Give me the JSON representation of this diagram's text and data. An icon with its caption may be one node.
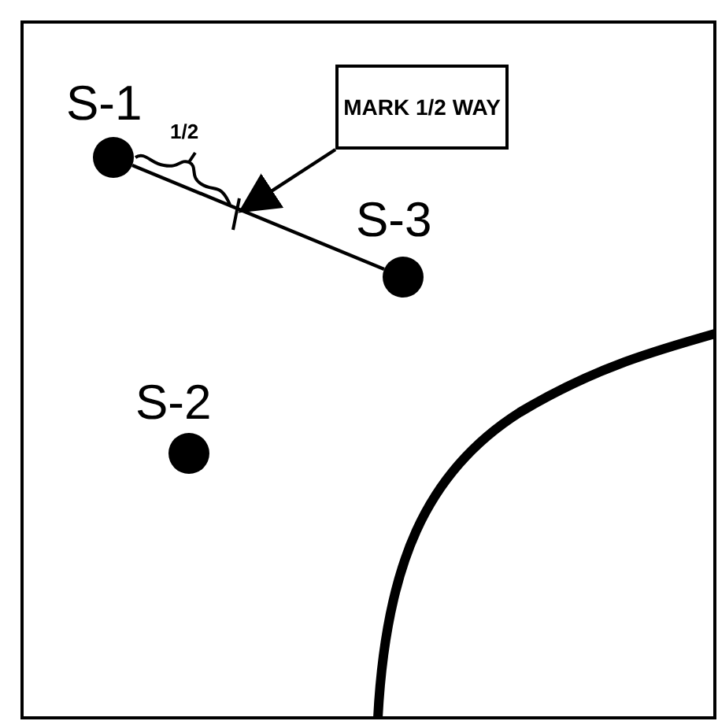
{
  "diagram": {
    "nodes": [
      {
        "text": [
          "S-1"
        ]
      },
      {
        "text": [
          "MARK 1/2 WAY"
        ]
      },
      {
        "text": [
          "S-3"
        ]
      },
      {
        "text": [
          "S-2"
        ]
      },
      {
        "text": [],
        "shape": "bar"
      }
    ],
    "edges": [
      {
        "from": 0,
        "to": 2,
        "arrow": "none"
      },
      {
        "from": 1,
        "to": 4,
        "arrow": "to"
      }
    ],
    "labels": [
      "1/2"
    ]
  }
}
